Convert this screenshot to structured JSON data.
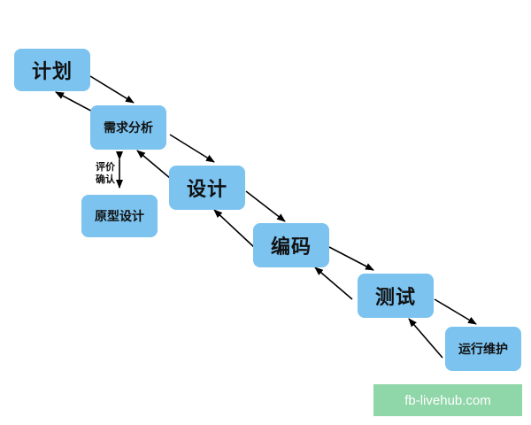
{
  "diagram": {
    "nodes": {
      "plan": "计划",
      "requirements": "需求分析",
      "prototype": "原型设计",
      "design": "设计",
      "coding": "编码",
      "testing": "测试",
      "maintenance": "运行维护"
    },
    "feedback_label": [
      "评价",
      "确认"
    ]
  },
  "watermark": "fb-livehub.com",
  "colors": {
    "node_fill": "#7cc3ef",
    "arrow": "#000000",
    "watermark_bg": "#8fd6a8"
  }
}
